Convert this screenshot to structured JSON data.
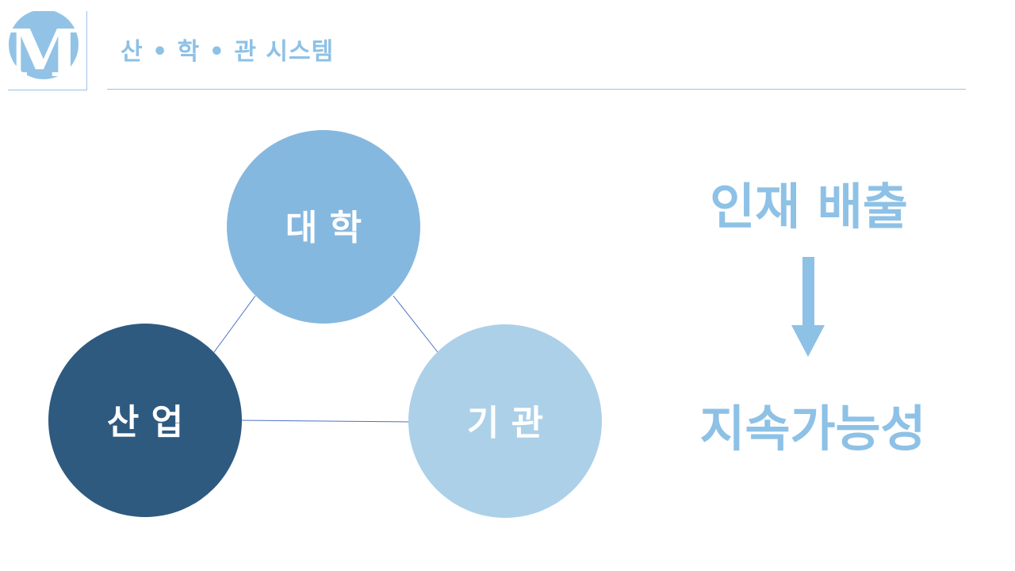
{
  "header": {
    "title": "산 • 학 • 관 시스템",
    "logo_letter": "M"
  },
  "diagram": {
    "nodes": [
      {
        "id": "university",
        "label": "대 학",
        "color": "#85b8df"
      },
      {
        "id": "industry",
        "label": "산 업",
        "color": "#2e5a80"
      },
      {
        "id": "government",
        "label": "기 관",
        "color": "#acd0e8"
      }
    ],
    "edges": [
      {
        "from": "university",
        "to": "industry"
      },
      {
        "from": "university",
        "to": "government"
      },
      {
        "from": "industry",
        "to": "government"
      }
    ],
    "edge_color": "#4a72c4"
  },
  "side": {
    "top_text": "인재 배출",
    "bottom_text": "지속가능성",
    "arrow_icon": "arrow-down-icon",
    "accent_color": "#8ec1e6"
  }
}
